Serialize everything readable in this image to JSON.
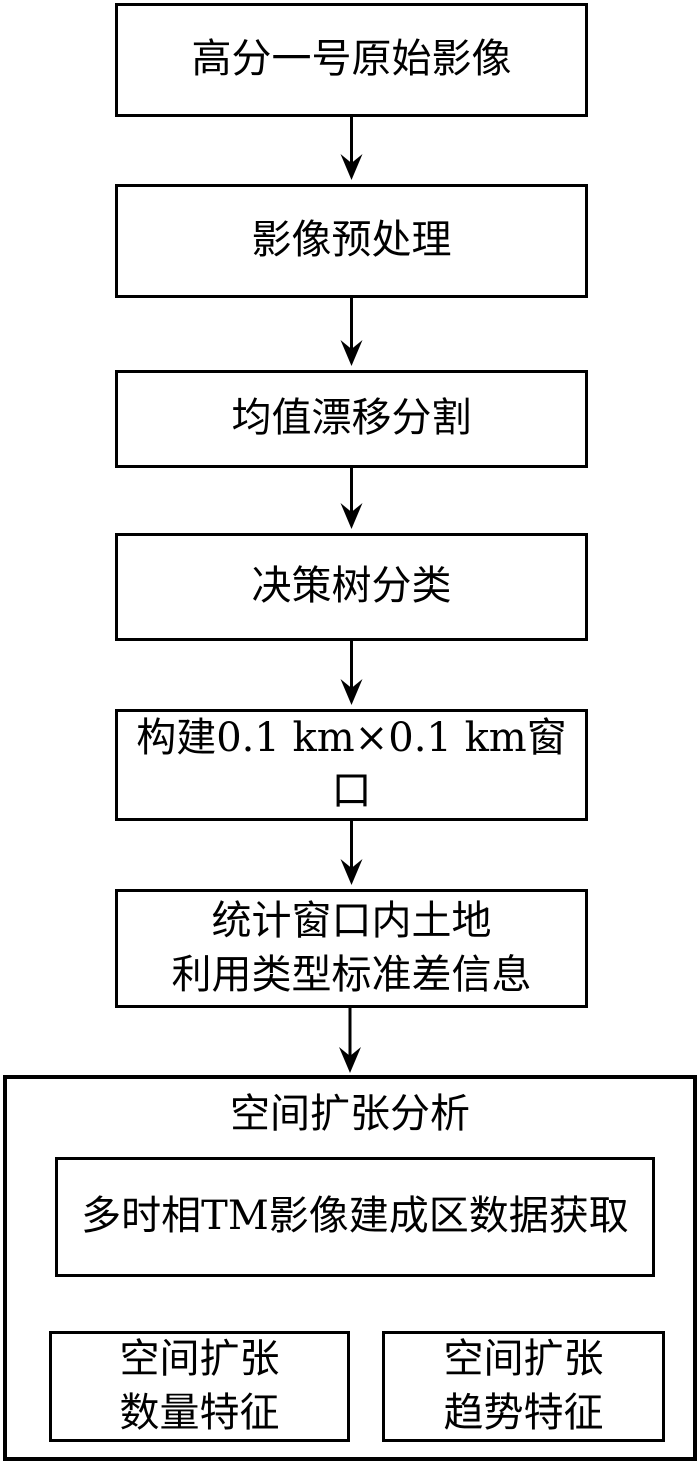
{
  "diagram": {
    "boxes": [
      {
        "label": "高分一号原始影像"
      },
      {
        "label": "影像预处理"
      },
      {
        "label": "均值漂移分割"
      },
      {
        "label": "决策树分类"
      },
      {
        "label": "构建0.1 km×0.1 km窗口"
      },
      {
        "label": "统计窗口内土地\n利用类型标准差信息"
      }
    ],
    "container": {
      "title": "空间扩张分析",
      "inner_box_label": "多时相TM影像建成区数据获取",
      "children": [
        {
          "label": "空间扩张\n数量特征"
        },
        {
          "label": "空间扩张\n趋势特征"
        }
      ]
    },
    "colors": {
      "line": "#000000",
      "background": "#ffffff"
    }
  }
}
